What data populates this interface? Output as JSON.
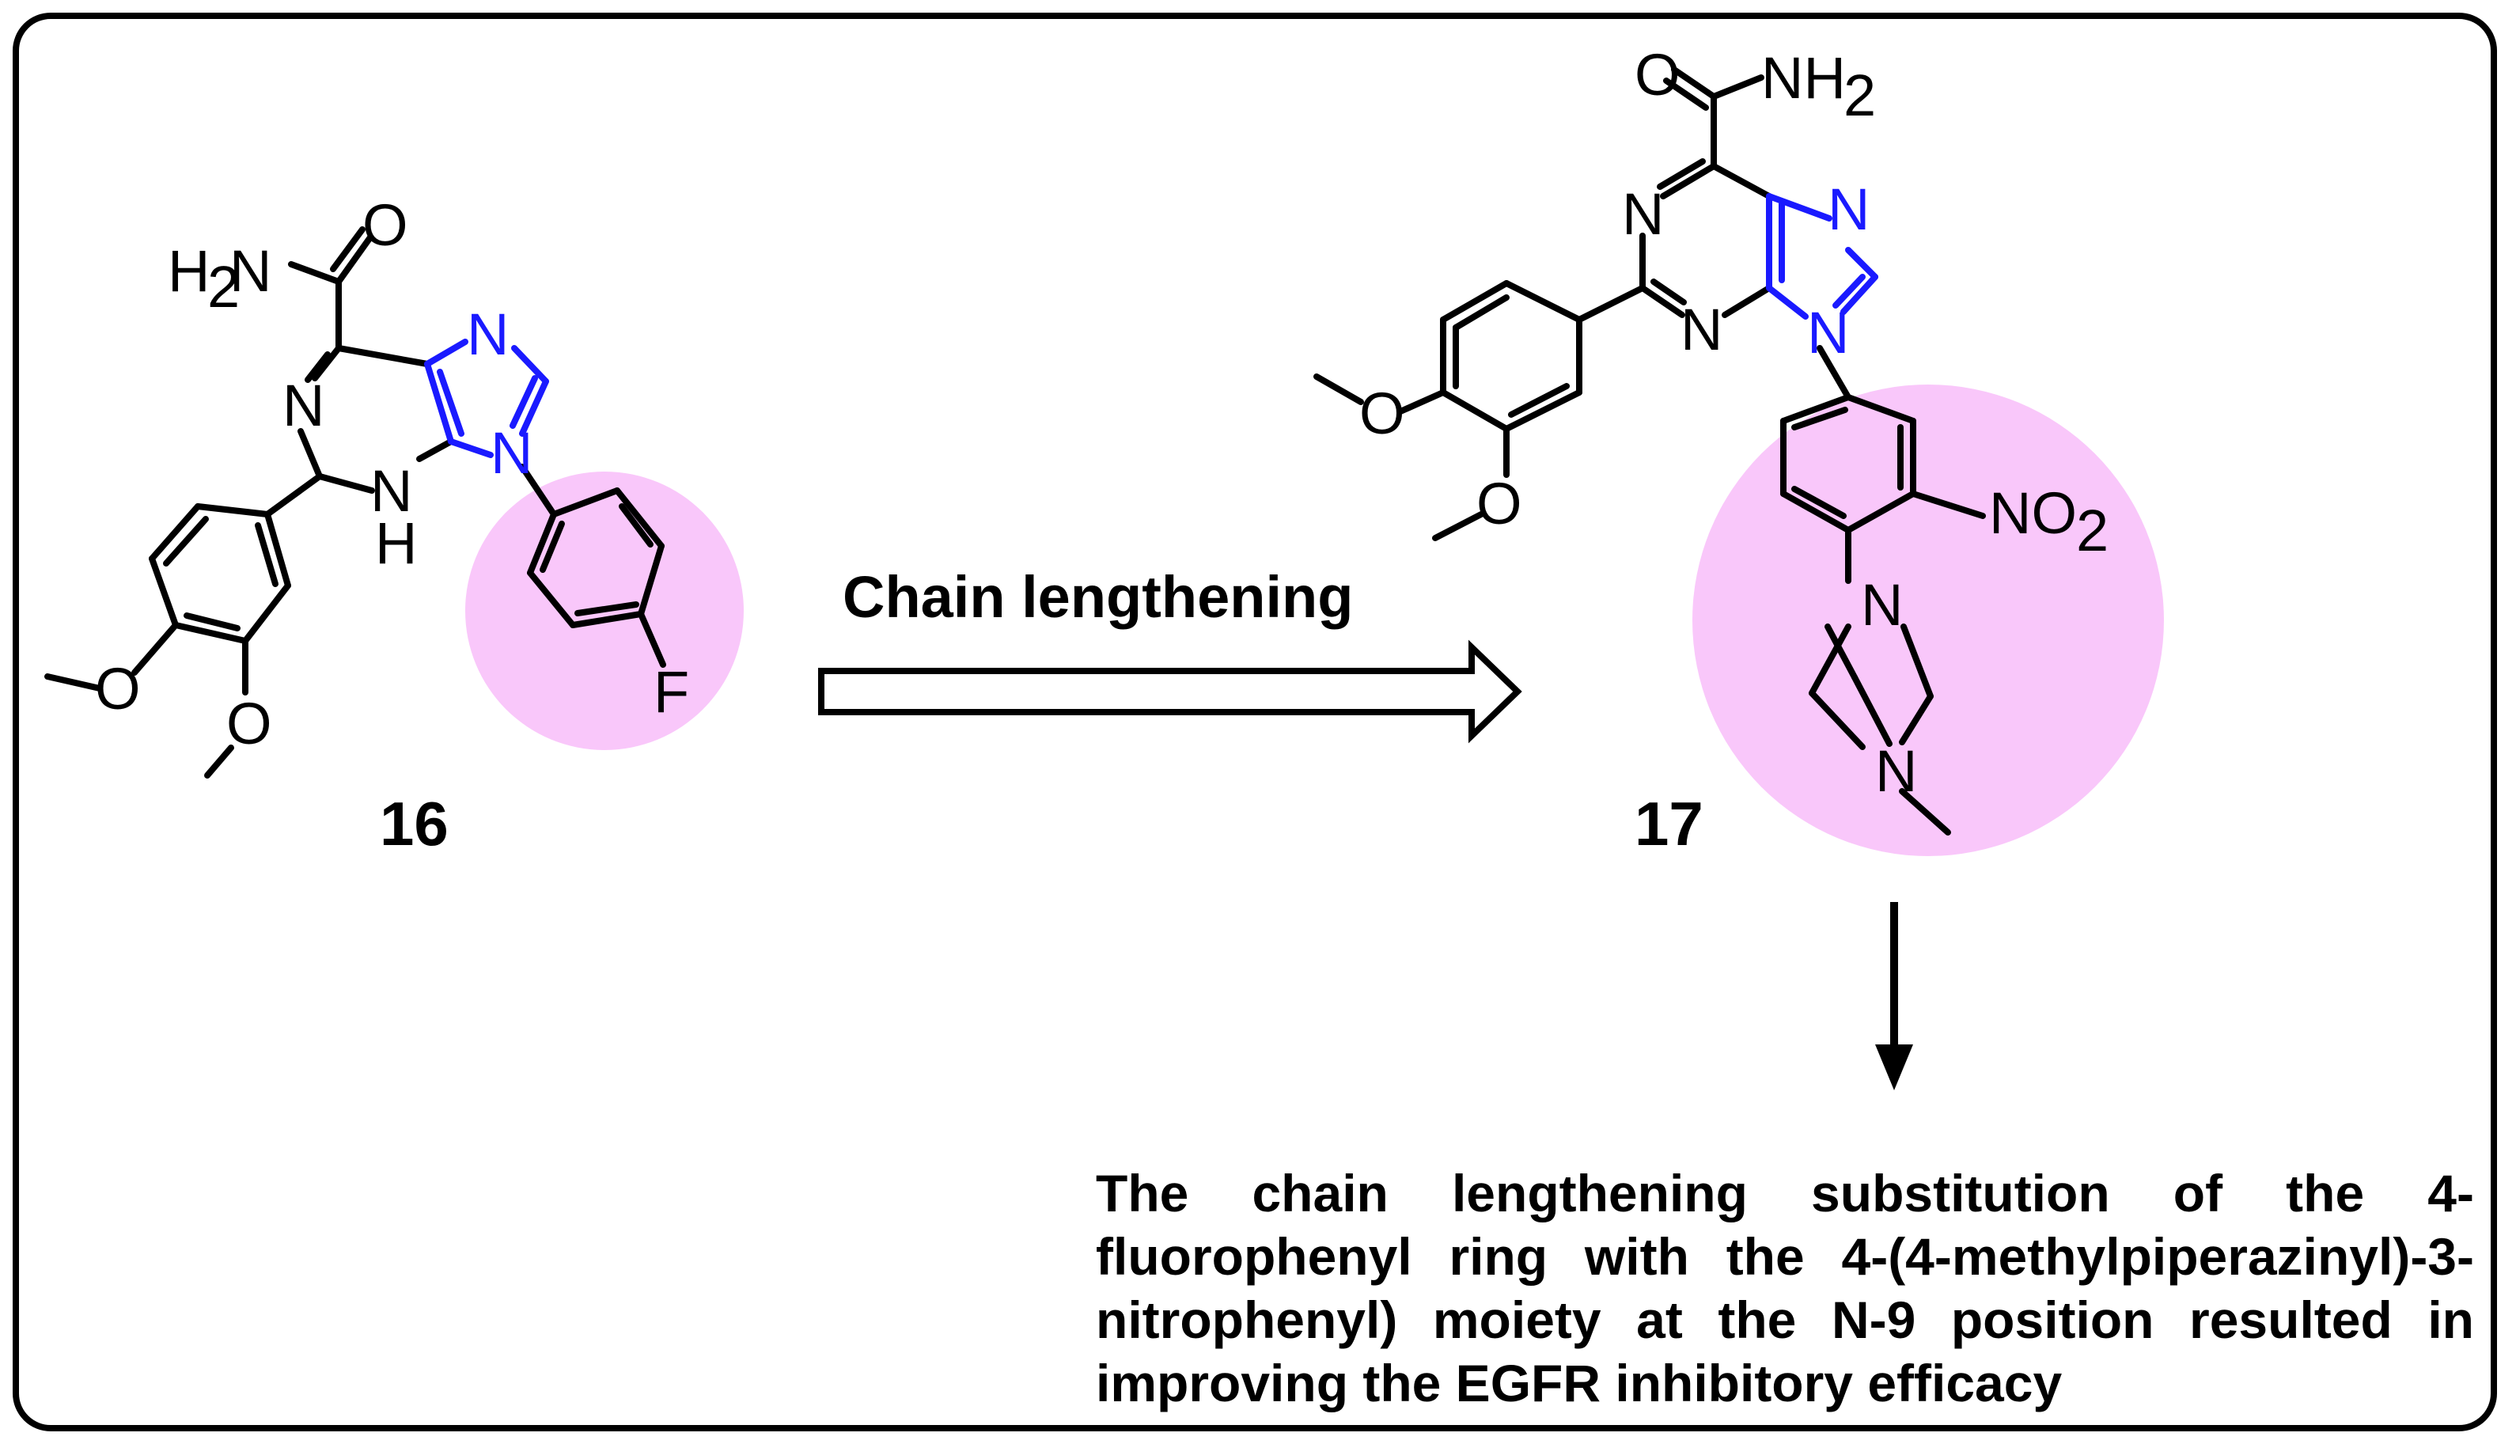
{
  "compound_left": {
    "label": "16",
    "atoms": {
      "amide_h2n_h": "H",
      "amide_h2n_2": "2",
      "amide_h2n_n": "N",
      "amide_o": "O",
      "ring_n1": "N",
      "ring_n3": "N",
      "nh_h": "H",
      "imid_n7": "N",
      "imid_n9": "N",
      "fluorine": "F",
      "ome1": "O",
      "ome2": "O"
    }
  },
  "compound_right": {
    "label": "17",
    "atoms": {
      "amide_o": "O",
      "amide_nh2_n": "NH",
      "amide_nh2_2": "2",
      "ring_n1": "N",
      "ring_n3": "N",
      "imid_n7": "N",
      "imid_n9": "N",
      "ome1": "O",
      "ome2": "O",
      "nitro_no": "NO",
      "nitro_2": "2",
      "pip_n1": "N",
      "pip_n4": "N"
    }
  },
  "arrow_label": "Chain lengthening",
  "caption": "The chain lengthening substitution of the 4-fluorophenyl ring with the 4-(4-methylpiperazinyl)-3-nitrophenyl) moiety at the N-9 position resulted in improving the EGFR inhibitory efficacy",
  "colors": {
    "highlight": "#f9c7fa",
    "imidazole": "#1a1aff",
    "frame": "#000000"
  }
}
